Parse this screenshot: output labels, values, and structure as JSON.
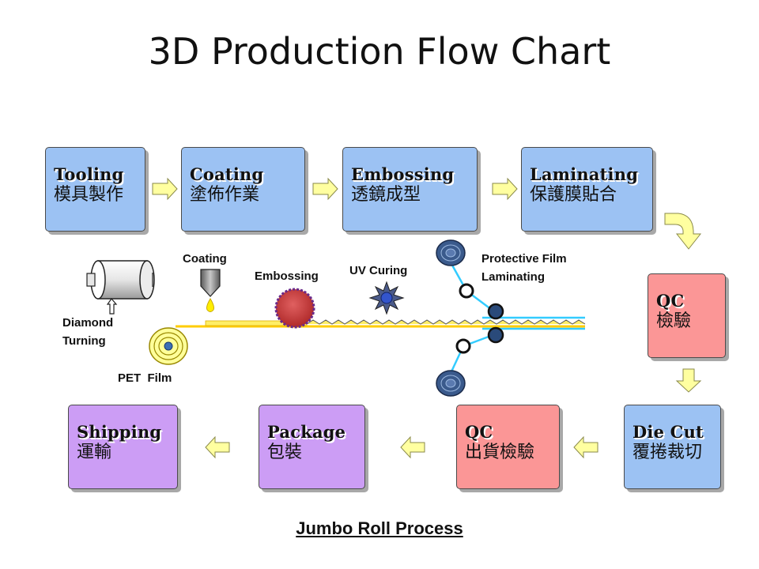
{
  "title": "3D Production Flow Chart",
  "caption": "Jumbo Roll Process",
  "steps": {
    "tooling": {
      "en": "Tooling",
      "zh": "模具製作"
    },
    "coating": {
      "en": "Coating",
      "zh": "塗佈作業"
    },
    "embossing": {
      "en": "Embossing",
      "zh": "透鏡成型"
    },
    "laminating": {
      "en": "Laminating",
      "zh": "保護膜貼合"
    },
    "qc1": {
      "en": "QC",
      "zh": "檢驗"
    },
    "diecut": {
      "en": "Die Cut",
      "zh": "覆捲裁切"
    },
    "qc2": {
      "en": "QC",
      "zh": "出貨檢驗"
    },
    "package": {
      "en": "Package",
      "zh": "包裝"
    },
    "shipping": {
      "en": "Shipping",
      "zh": "運輸"
    }
  },
  "process_labels": {
    "coating": "Coating",
    "embossing": "Embossing",
    "uv_curing": "UV Curing",
    "protective_film": "Protective Film",
    "laminating": "Laminating",
    "diamond": "Diamond",
    "turning": "Turning",
    "pet_film": "PET  Film"
  },
  "colors": {
    "blue_box": "#9cc2f3",
    "red_box": "#fb9696",
    "purple_box": "#cc9df5",
    "arrow_fill": "#ffffa0",
    "film_yellow": "#ffcc00",
    "film_blue": "#33ccff",
    "roll_blue": "#3a5a8c"
  }
}
